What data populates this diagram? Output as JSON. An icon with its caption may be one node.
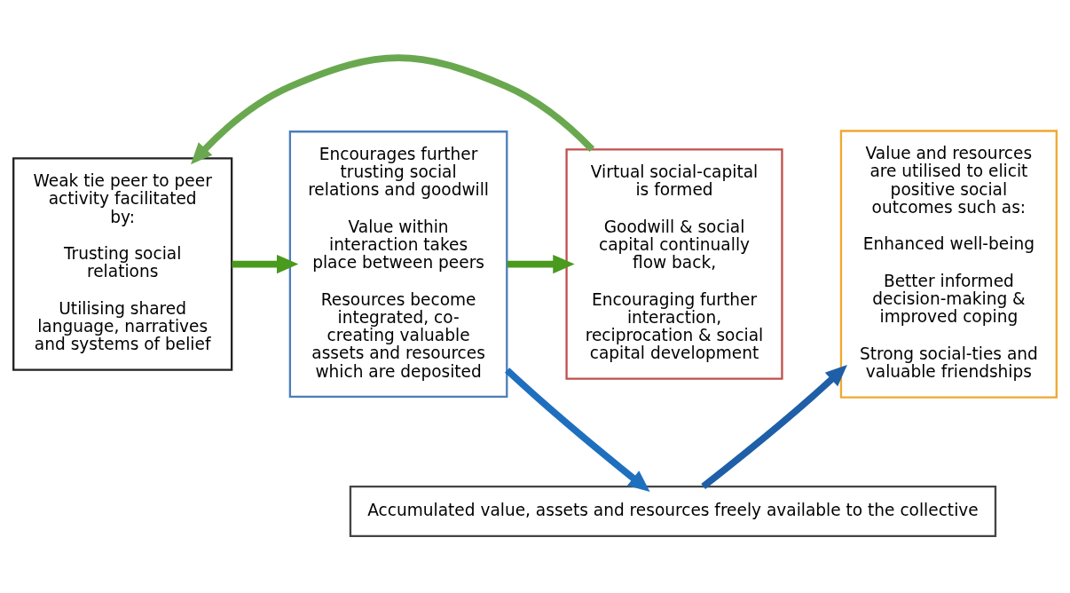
{
  "diagram": {
    "nodes": [
      {
        "text": [
          "Weak tie peer to peer activity facilitated by:",
          "Trusting social relations",
          "Utilising shared language, narratives and systems of belief"
        ]
      },
      {
        "text": [
          "Encourages further trusting social relations and goodwill",
          "Value within interaction takes place between peers",
          "Resources become integrated, co-creating valuable assets and resources which are deposited"
        ]
      },
      {
        "text": [
          "Virtual social-capital is formed",
          "Goodwill & social capital continually flow back,",
          "Encouraging further interaction, reciprocation & social capital development"
        ]
      },
      {
        "text": [
          "Value and resources are utilised to elicit positive social outcomes such as:",
          "Enhanced well-being",
          "Better informed decision-making & improved coping",
          "Strong social-ties and valuable friendships"
        ]
      },
      {
        "text": [
          "Accumulated value, assets and resources freely available to the collective"
        ]
      }
    ],
    "edges": [
      {
        "from": 0,
        "to": 1,
        "arrow": "to",
        "color": "#4a9a1e"
      },
      {
        "from": 1,
        "to": 2,
        "arrow": "to",
        "color": "#4a9a1e"
      },
      {
        "from": 2,
        "to": 0,
        "arrow": "to",
        "color": "#6aa84f"
      },
      {
        "from": 1,
        "to": 4,
        "arrow": "to",
        "color": "#1f6fbf"
      },
      {
        "from": 4,
        "to": 3,
        "arrow": "to",
        "color": "#1f5fa8"
      }
    ]
  }
}
